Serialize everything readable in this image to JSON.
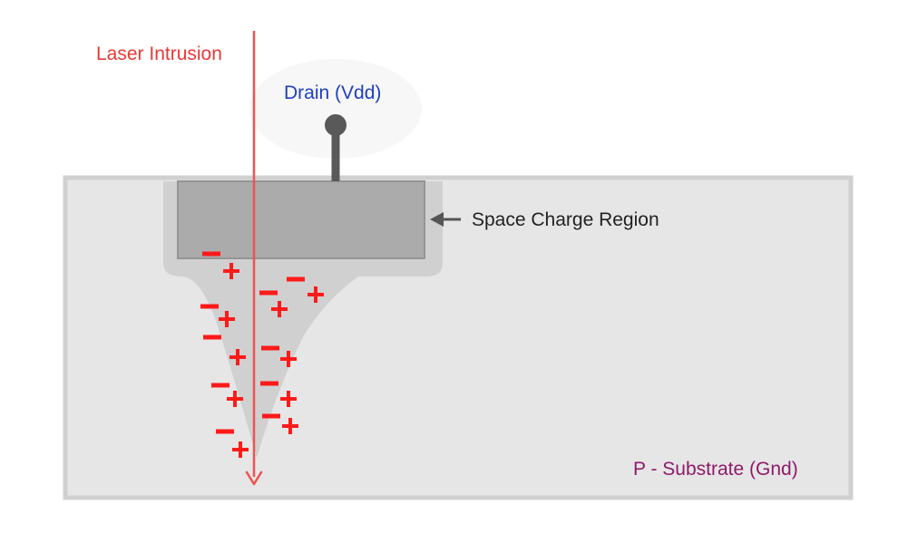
{
  "labels": {
    "laser": "Laser Intrusion",
    "drain": "Drain (Vdd)",
    "space_charge": "Space Charge Region",
    "substrate": "P - Substrate (Gnd)"
  },
  "charges": {
    "minus_symbol": "−",
    "plus_symbol": "+"
  },
  "colors": {
    "laser": "#e53935",
    "drain": "#1f3fbf",
    "substrate": "#8e1a6a",
    "charge": "#ff1a1a",
    "label": "#222222"
  }
}
